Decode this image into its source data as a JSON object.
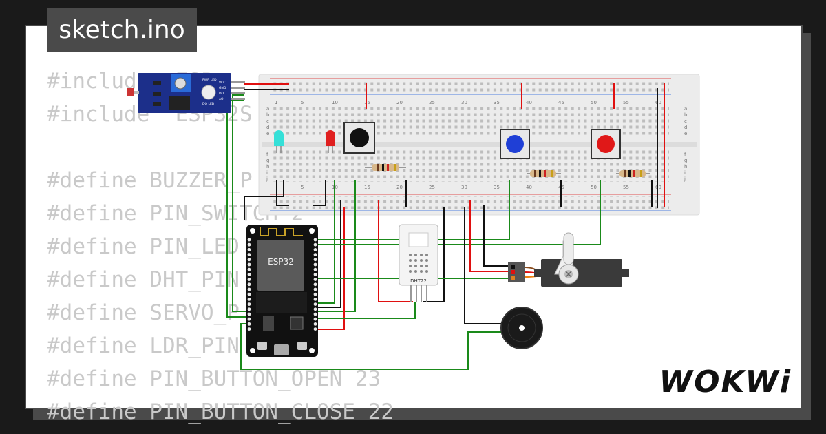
{
  "window": {
    "title": "sketch.ino"
  },
  "code_lines": [
    "#include <ESP",
    "#include \"ESP32S",
    "",
    "#define BUZZER_P",
    "#define PIN_SWITCH 2",
    "#define PIN_LED",
    "#define DHT_PIN",
    "#define SERVO_P",
    "#define LDR_PIN",
    "#define PIN_BUTTON_OPEN 23",
    "#define PIN_BUTTON_CLOSE 22"
  ],
  "components": {
    "esp32_label": "ESP32",
    "dht_label": "DHT22",
    "ldr_pins": [
      "VCC",
      "GND",
      "DO",
      "AO"
    ],
    "ldr_leds": [
      "PWR LED",
      "DO LED"
    ],
    "breadboard_numbers": [
      "1",
      "5",
      "10",
      "15",
      "20",
      "25",
      "30",
      "35",
      "40",
      "45",
      "50",
      "55",
      "60"
    ],
    "breadboard_rows_top": [
      "a",
      "b",
      "c",
      "d",
      "e"
    ],
    "breadboard_rows_bottom": [
      "f",
      "g",
      "h",
      "i",
      "j"
    ]
  },
  "brand": {
    "logo_text": "WOKWi"
  },
  "colors": {
    "background": "#1a1a1a",
    "frame": "#4a4a4a",
    "code_text": "#c9c9c9",
    "wire_green": "#1a8a1a",
    "wire_red": "#e01010",
    "wire_black": "#111111",
    "button_black": "#111111",
    "button_blue": "#1f3fd6",
    "button_red": "#e01818",
    "led_cyan": "#35e0d8",
    "led_red": "#e02020",
    "ldr_board": "#1c2f8a"
  }
}
